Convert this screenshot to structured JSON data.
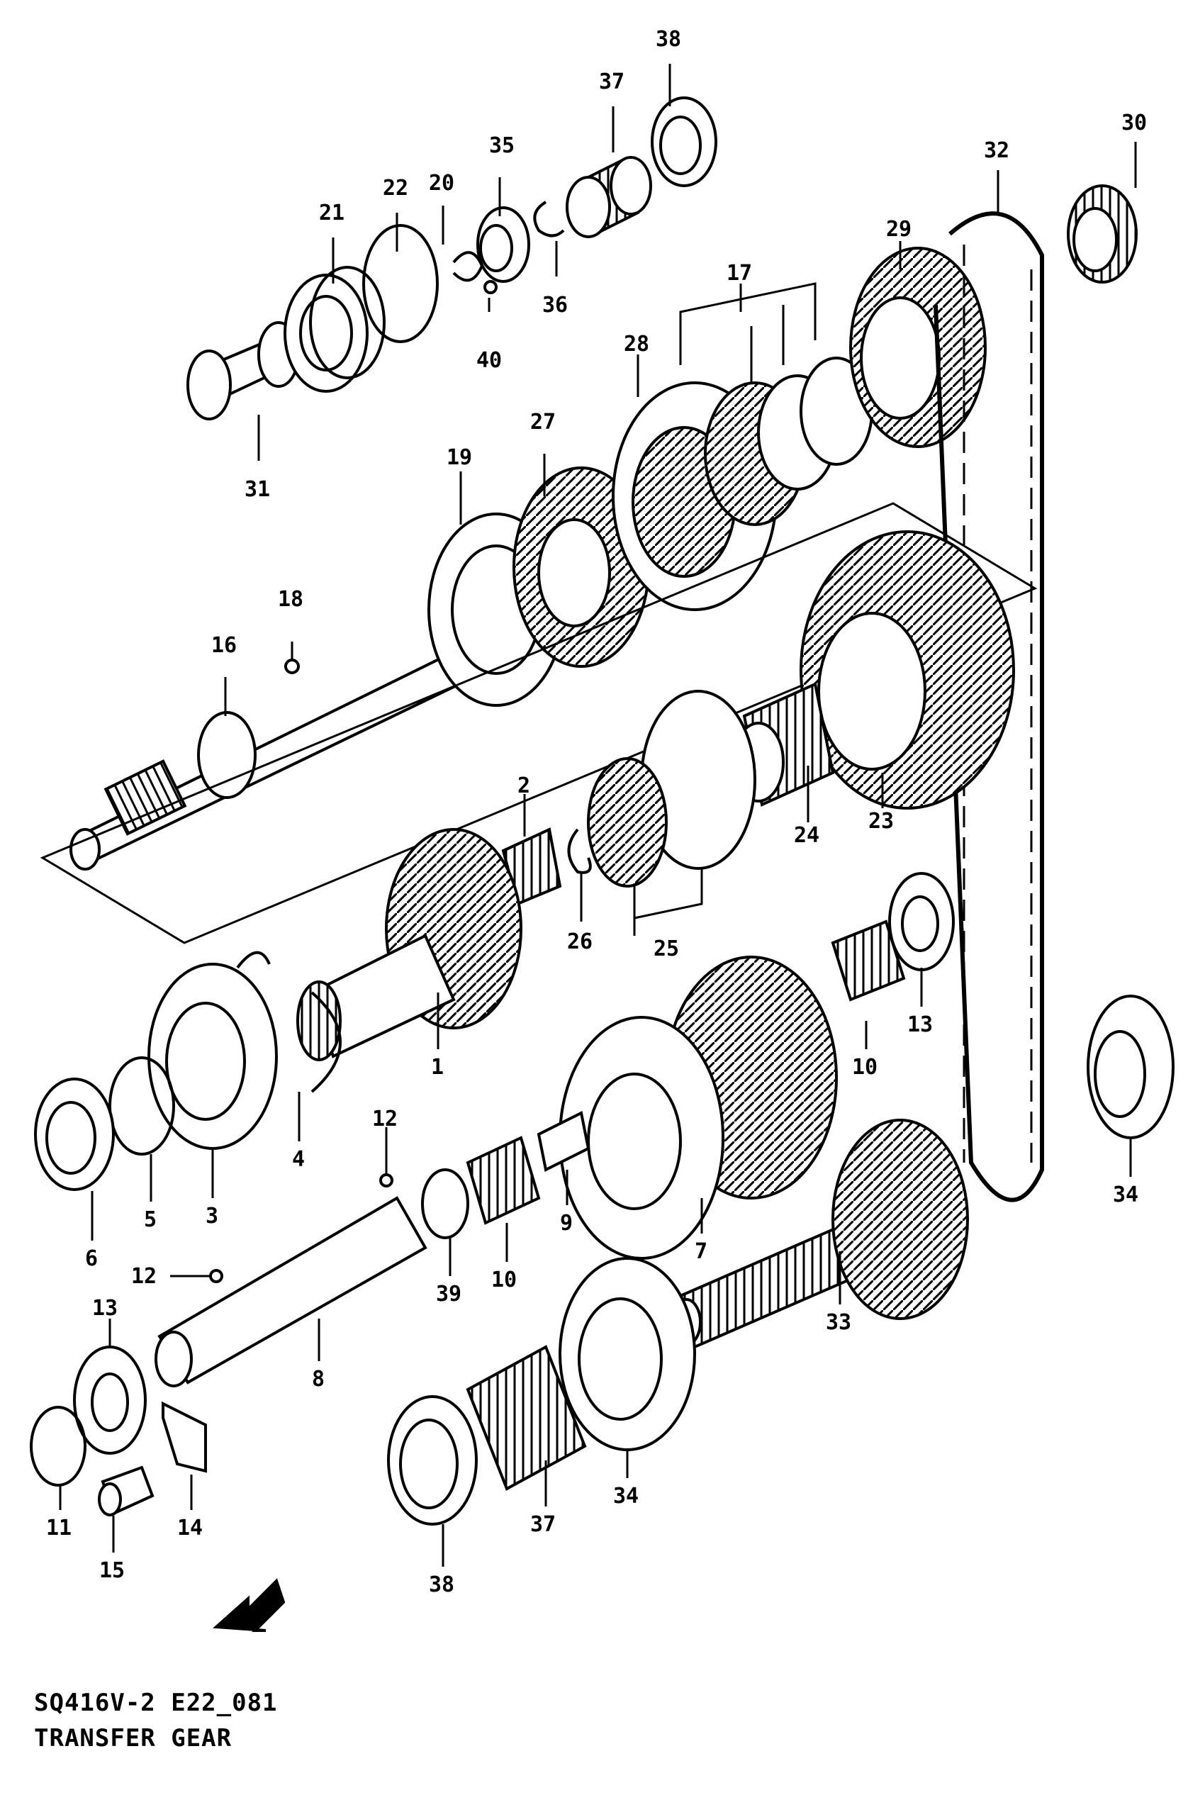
{
  "diagram": {
    "caption_code": "SQ416V-2 E22_081",
    "caption_title": "TRANSFER GEAR",
    "callouts": [
      "1",
      "2",
      "3",
      "4",
      "5",
      "6",
      "7",
      "8",
      "9",
      "10",
      "10",
      "11",
      "12",
      "12",
      "13",
      "13",
      "14",
      "15",
      "16",
      "17",
      "18",
      "19",
      "20",
      "21",
      "22",
      "23",
      "24",
      "25",
      "26",
      "27",
      "28",
      "29",
      "30",
      "31",
      "32",
      "33",
      "34",
      "34",
      "35",
      "36",
      "37",
      "37",
      "38",
      "38",
      "39",
      "40"
    ],
    "colors": {
      "ink": "#000000",
      "paper": "#ffffff"
    }
  }
}
